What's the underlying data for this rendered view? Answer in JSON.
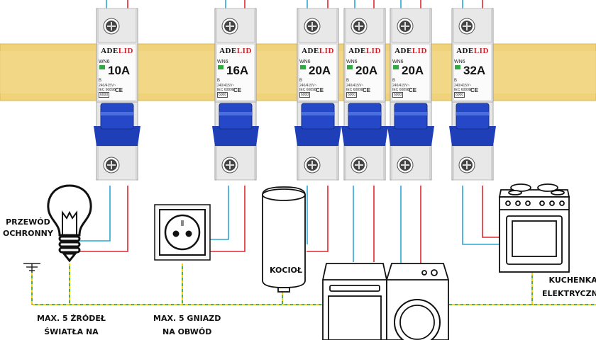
{
  "colors": {
    "rail": "#f0d27a",
    "live_wire": "#e0262e",
    "neutral_wire": "#2aa7d6",
    "earth_wire_green": "#4caf50",
    "earth_wire_yellow": "#f3d21b",
    "handle": "#2448c8",
    "brand_red": "#d0202a"
  },
  "breakers": [
    {
      "brand_a": "ADE",
      "brand_b": "LID",
      "model": "WN6",
      "rating": "10A",
      "curve": "B",
      "voltage": "240/415V~",
      "standard": "IEC 60898",
      "capacity": "6000"
    },
    {
      "brand_a": "ADE",
      "brand_b": "LID",
      "model": "WN6",
      "rating": "16A",
      "curve": "B",
      "voltage": "240/415V~",
      "standard": "IEC 60898",
      "capacity": "6000"
    },
    {
      "brand_a": "ADE",
      "brand_b": "LID",
      "model": "WN6",
      "rating": "20A",
      "curve": "B",
      "voltage": "240/415V~",
      "standard": "IEC 60898",
      "capacity": "6000"
    },
    {
      "brand_a": "ADE",
      "brand_b": "LID",
      "model": "WN6",
      "rating": "20A",
      "curve": "B",
      "voltage": "240/415V~",
      "standard": "IEC 60898",
      "capacity": "6000"
    },
    {
      "brand_a": "ADE",
      "brand_b": "LID",
      "model": "WN6",
      "rating": "20A",
      "curve": "B",
      "voltage": "240/415V~",
      "standard": "IEC 60898",
      "capacity": "6000"
    },
    {
      "brand_a": "ADE",
      "brand_b": "LID",
      "model": "WN6",
      "rating": "32A",
      "curve": "B",
      "voltage": "240/415V~",
      "standard": "IEC 60898",
      "capacity": "6000"
    }
  ],
  "ce_mark": "CE",
  "labels": {
    "protective_wire": [
      "PRZEWÓD",
      "OCHRONNY"
    ],
    "boiler": "KOCIOŁ",
    "electric_stove": [
      "KUCHENKA",
      "ELEKTRYCZNA"
    ],
    "lights_limit": [
      "MAX. 5 ŹRÓDEŁ",
      "ŚWIATŁA NA"
    ],
    "sockets_limit": [
      "MAX. 5 GNIAZD",
      "NA OBWÓD"
    ]
  },
  "icons": [
    "light-bulb-icon",
    "wall-socket-icon",
    "boiler-icon",
    "dishwasher-icon",
    "washing-machine-icon",
    "electric-stove-icon",
    "earth-ground-icon"
  ]
}
